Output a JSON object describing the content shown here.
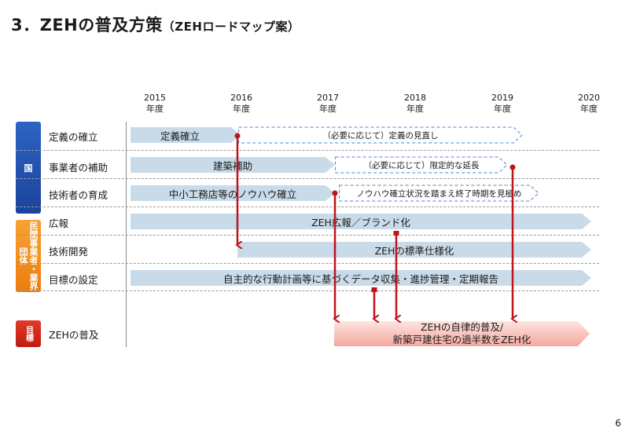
{
  "title": {
    "main": "3．ZEHの普及方策",
    "sub": "（ZEHロードマップ案）"
  },
  "years": [
    {
      "year": "2015",
      "unit": "年度"
    },
    {
      "year": "2016",
      "unit": "年度"
    },
    {
      "year": "2017",
      "unit": "年度"
    },
    {
      "year": "2018",
      "unit": "年度"
    },
    {
      "year": "2019",
      "unit": "年度"
    },
    {
      "year": "2020",
      "unit": "年度"
    }
  ],
  "groups": {
    "national": "国",
    "private": "民間事業者・業界団体",
    "goal": "目標"
  },
  "rows": [
    {
      "label": "定義の確立"
    },
    {
      "label": "事業者の補助"
    },
    {
      "label": "技術者の育成"
    },
    {
      "label": "広報"
    },
    {
      "label": "技術開発"
    },
    {
      "label": "目標の設定"
    },
    {
      "label": "ZEHの普及"
    }
  ],
  "bars": {
    "definition": "定義確立",
    "definition_review": "（必要に応じて）定義の見直し",
    "subsidy": "建築補助",
    "subsidy_extension": "（必要に応じて）限定的な延長",
    "training": "中小工務店等のノウハウ確立",
    "training_end": "ノウハウ確立状況を踏まえ終了時期を見極め",
    "pr": "ZEH広報／ブランド化",
    "tech": "ZEHの標準仕様化",
    "target": "自主的な行動計画等に基づくデータ収集・進捗管理・定期報告",
    "goal_line1": "ZEHの自律的普及/",
    "goal_line2": "新築戸建住宅の過半数をZEH化"
  },
  "colors": {
    "bar_fill": "#c9dbe9",
    "arrow_red": "#c0141b",
    "goal_fill": "#f7b6ae",
    "dashed_outline": "#4f87c9"
  },
  "page_number": "6"
}
